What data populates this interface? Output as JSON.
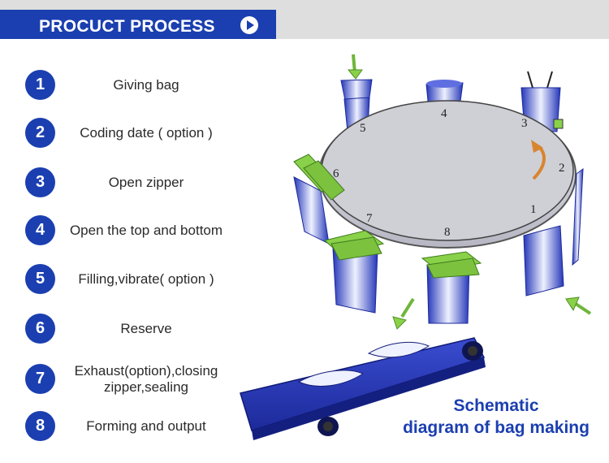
{
  "header": {
    "title": "PROCUCT PROCESS",
    "icon": "play-circle-icon",
    "accent_color": "#1b3fb0"
  },
  "steps": [
    {
      "number": "1",
      "label": "Giving bag"
    },
    {
      "number": "2",
      "label": "Coding date ( option )"
    },
    {
      "number": "3",
      "label": "Open zipper"
    },
    {
      "number": "4",
      "label": "Open the top and bottom"
    },
    {
      "number": "5",
      "label": "Filling,vibrate( option )"
    },
    {
      "number": "6",
      "label": "Reserve"
    },
    {
      "number": "7",
      "label": "Exhaust(option),closing zipper,sealing"
    },
    {
      "number": "8",
      "label": "Forming and output"
    }
  ],
  "diagram": {
    "station_numbers": [
      "1",
      "2",
      "3",
      "4",
      "5",
      "6",
      "7",
      "8"
    ]
  },
  "caption": {
    "line1": "Schematic",
    "line2": "diagram of bag making"
  }
}
